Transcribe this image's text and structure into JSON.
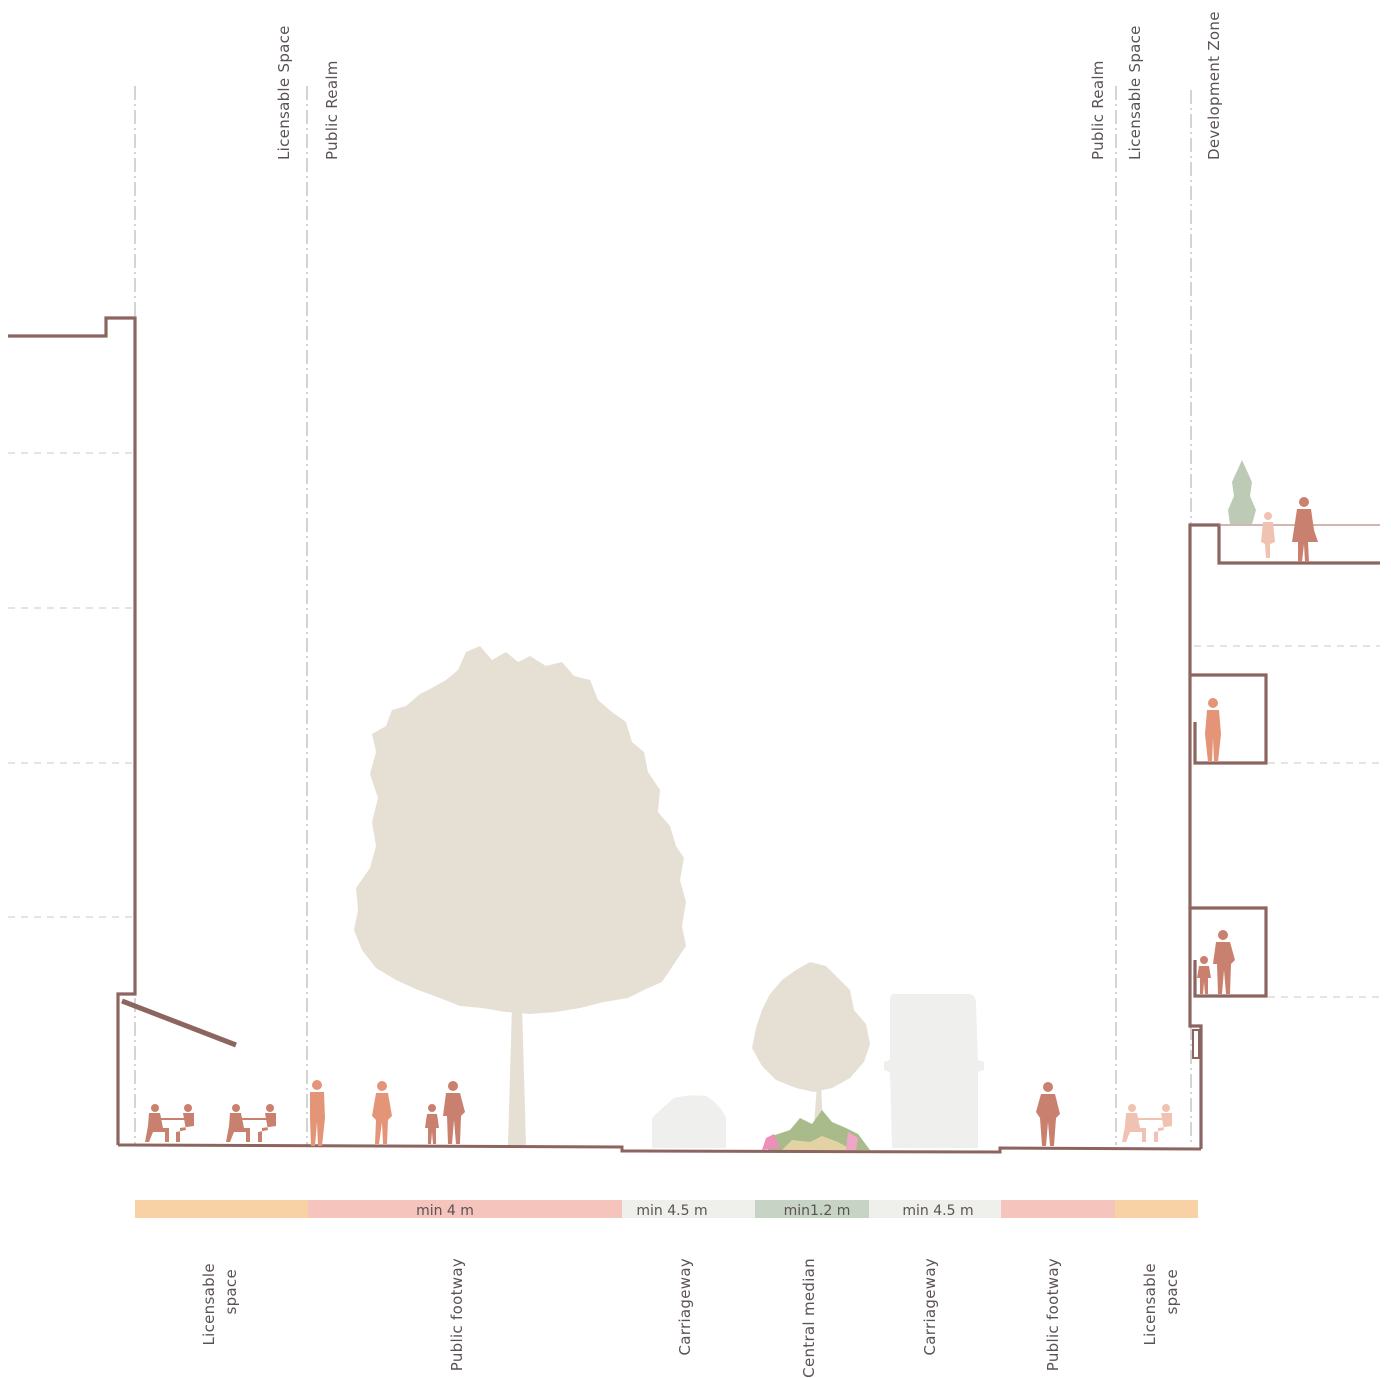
{
  "boundary_labels": {
    "left_licensable_space": "Licensable Space",
    "left_public_realm": "Public Realm",
    "right_public_realm": "Public Realm",
    "right_licensable_space": "Licensable Space",
    "development_zone": "Development Zone"
  },
  "dimensions": {
    "footway_left": "min 4 m",
    "carriageway_left": "min 4.5 m",
    "central_median": "min1.2 m",
    "carriageway_right": "min 4.5 m"
  },
  "zones": {
    "licensable_space_left": [
      "Licensable",
      "space"
    ],
    "public_footway_left": "Public footway",
    "carriageway_left": "Carriageway",
    "central_median": "Central median",
    "carriageway_right": "Carriageway",
    "public_footway_right": "Public footway",
    "licensable_space_right": [
      "Licensable",
      "space"
    ]
  },
  "colors": {
    "licensable": "#f8d1a5",
    "footway": "#f5c4bc",
    "carriageway": "#efefec",
    "median": "#c7d3c5",
    "tree": "#e5e0d3",
    "building_line": "#8c6560",
    "people_dark": "#c9806e",
    "people_light": "#f0c2b2"
  }
}
